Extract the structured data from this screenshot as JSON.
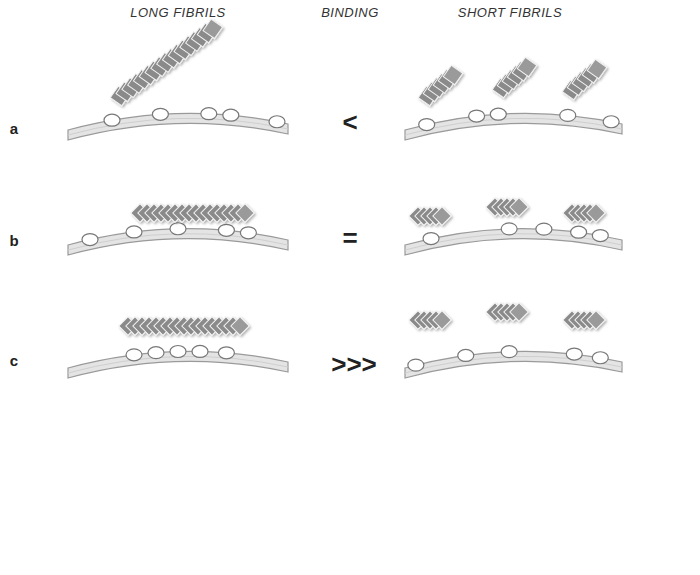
{
  "diagram": {
    "labels": [
      "LONG FIBRILS",
      "BINDING",
      "SHORT FIBRILS",
      "a",
      "<",
      "b",
      "=",
      "c",
      ">>>"
    ]
  }
}
